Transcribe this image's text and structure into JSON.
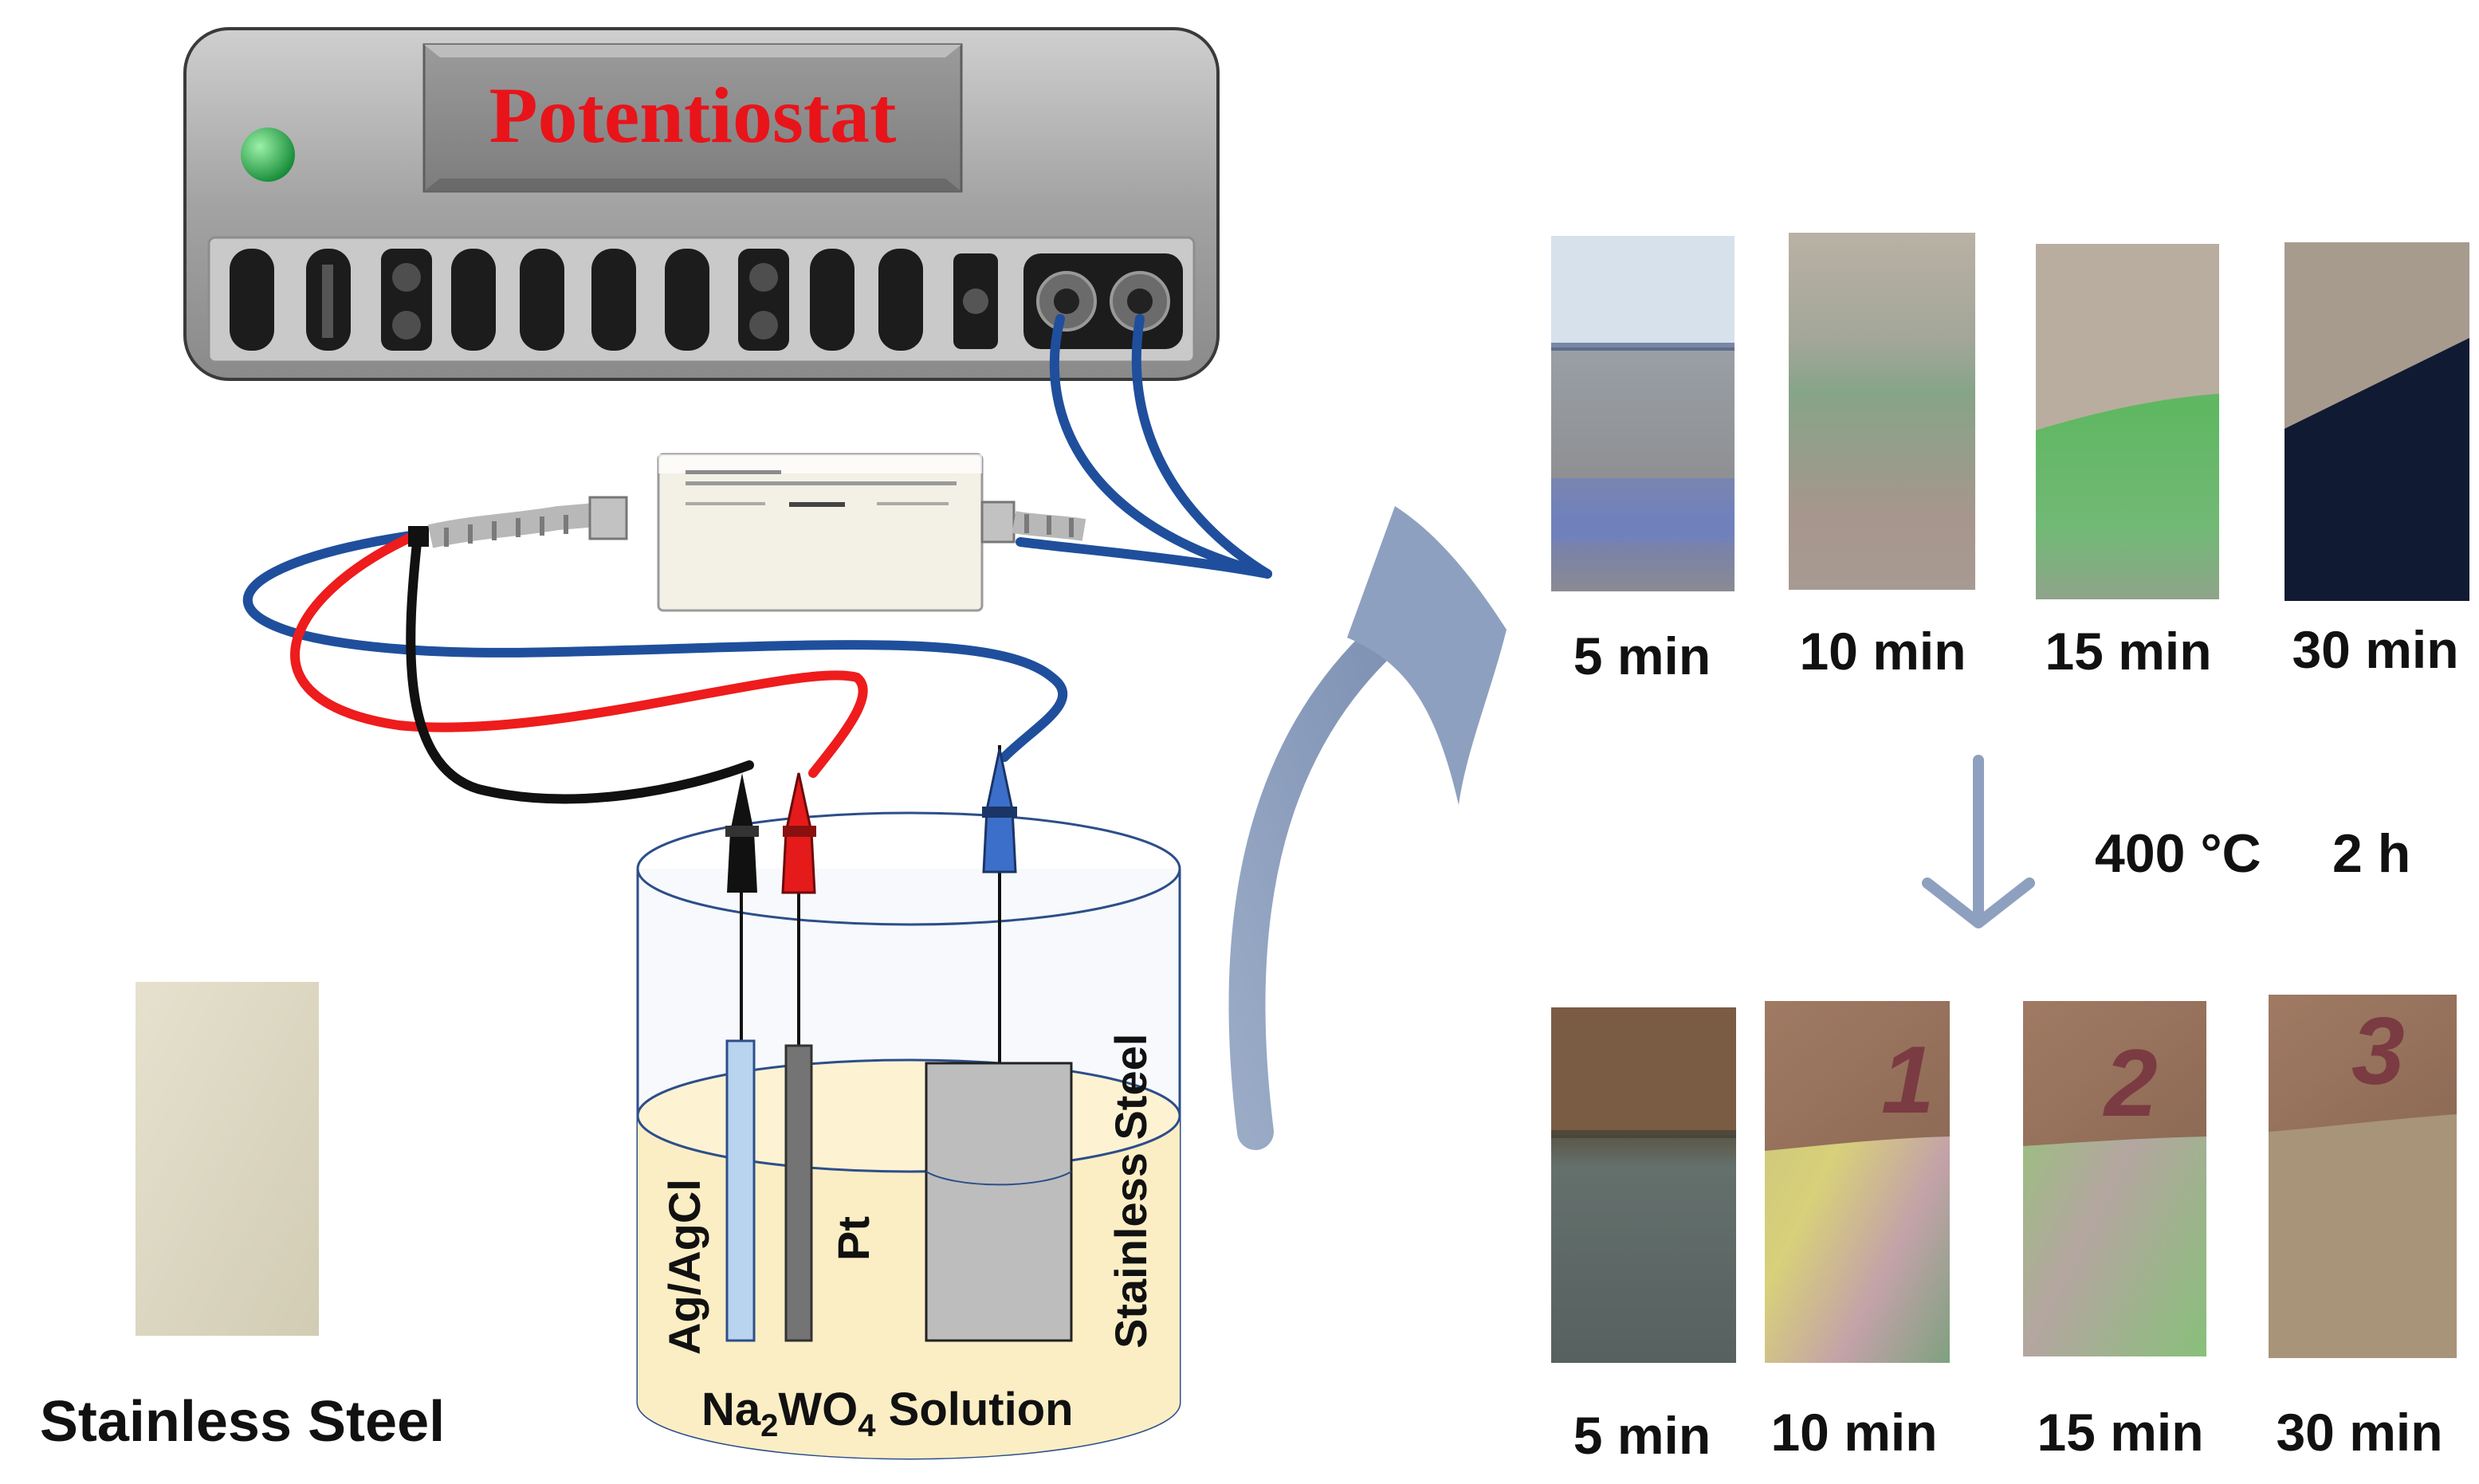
{
  "device": {
    "title": "Potentiostat",
    "title_color": "#e8141a",
    "led_color": "#22b04a"
  },
  "electrodes": {
    "reference": "Ag/AgCl",
    "counter": "Pt",
    "working": "Stainless Steel"
  },
  "solution": {
    "prefix": "Na",
    "sub1": "2",
    "mid": "WO",
    "sub2": "4",
    "suffix": " Solution"
  },
  "substrate_label": "Stainless Steel",
  "annealing": {
    "temperature": "400 °C",
    "duration": "2 h"
  },
  "before_anneal": [
    {
      "label": "5 min"
    },
    {
      "label": "10 min"
    },
    {
      "label": "15 min"
    },
    {
      "label": "30 min"
    }
  ],
  "after_anneal": [
    {
      "label": "5 min"
    },
    {
      "label": "10 min"
    },
    {
      "label": "15 min"
    },
    {
      "label": "30 min"
    }
  ],
  "sample_marks": [
    "1",
    "2",
    "3"
  ],
  "colors": {
    "wire_blue": "#1f4f9c",
    "wire_red": "#ee1c1c",
    "wire_black": "#111111",
    "solution": "#fbeec4",
    "arrow": "#8ea0bf"
  }
}
